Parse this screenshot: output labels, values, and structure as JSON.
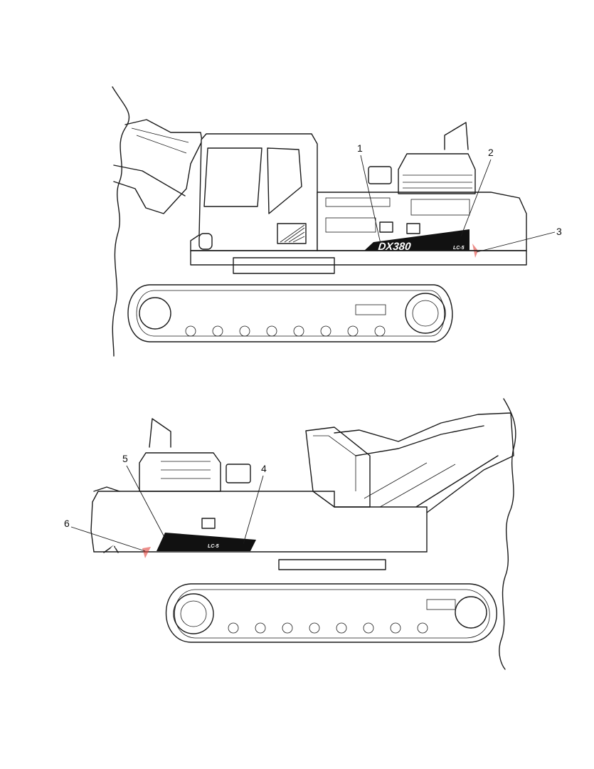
{
  "decal": {
    "model_main": "DX380",
    "model_suffix": "LC-5"
  },
  "top_view": {
    "callouts": [
      {
        "id": "1",
        "label": "1"
      },
      {
        "id": "2",
        "label": "2"
      },
      {
        "id": "3",
        "label": "3"
      }
    ]
  },
  "bottom_view": {
    "callouts": [
      {
        "id": "4",
        "label": "4"
      },
      {
        "id": "5",
        "label": "5"
      },
      {
        "id": "6",
        "label": "6"
      }
    ]
  },
  "colors": {
    "line": "#1a1a1a",
    "decal": "#111111",
    "accent": "#e0413a"
  }
}
